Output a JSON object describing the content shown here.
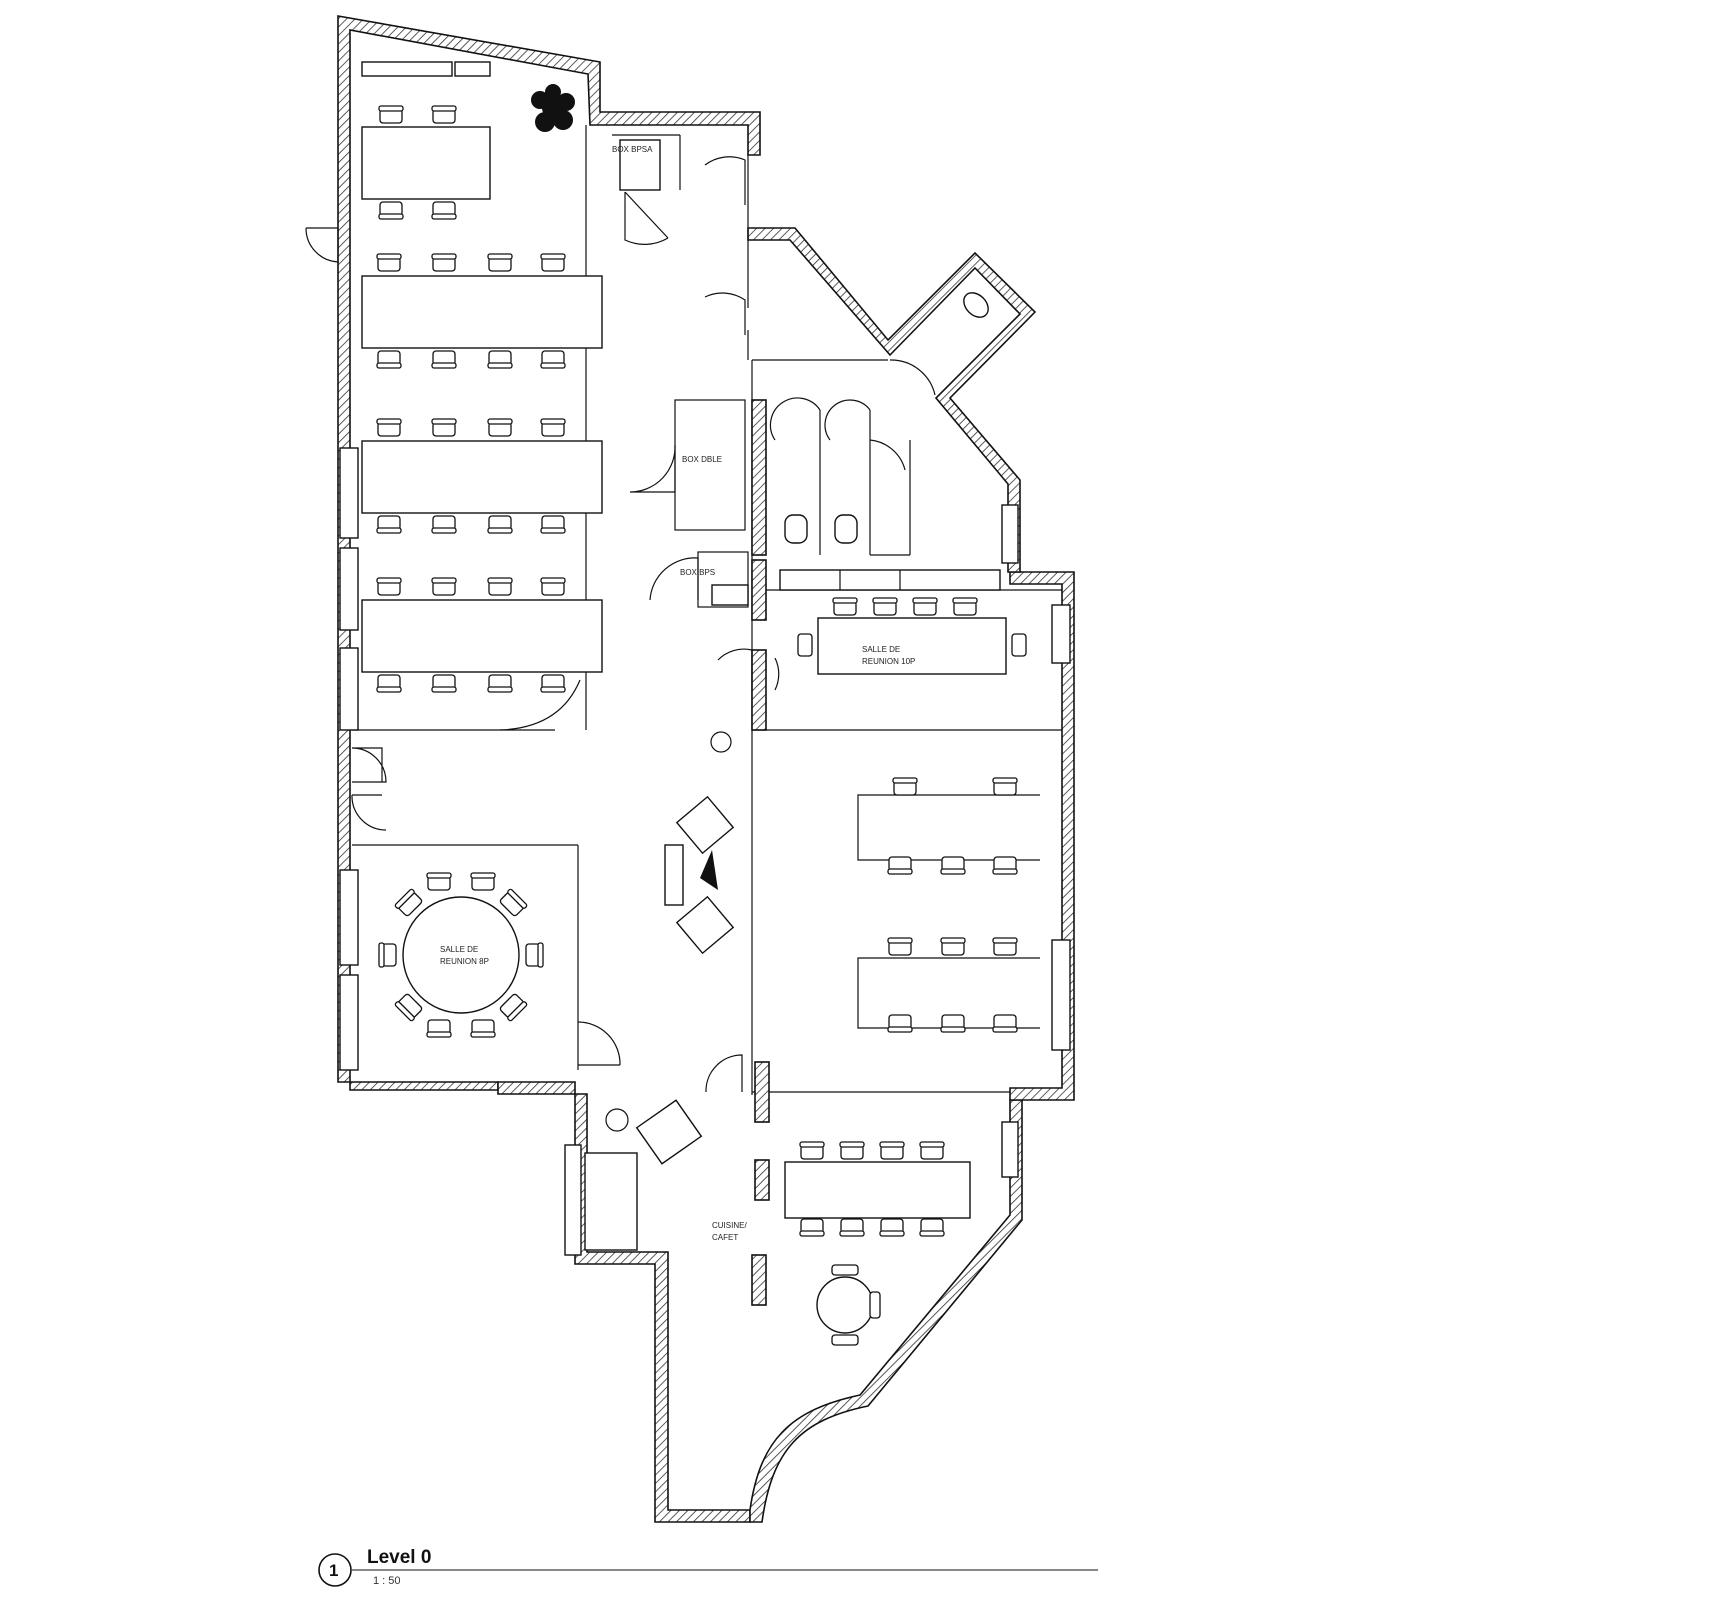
{
  "rooms": {
    "box_bureau_1": "BOX BPSA",
    "box_double": "BOX DBLE",
    "box_bureau_2": "BOX BPS",
    "salle_reunion_10_line1": "SALLE DE",
    "salle_reunion_10_line2": "REUNION 10P",
    "salle_reunion_8_line1": "SALLE DE",
    "salle_reunion_8_line2": "REUNION 8P",
    "cuisine_line1": "CUISINE/",
    "cuisine_line2": "CAFET"
  },
  "title_block": {
    "view_number": "1",
    "view_name": "Level 0",
    "scale": "1 : 50"
  }
}
